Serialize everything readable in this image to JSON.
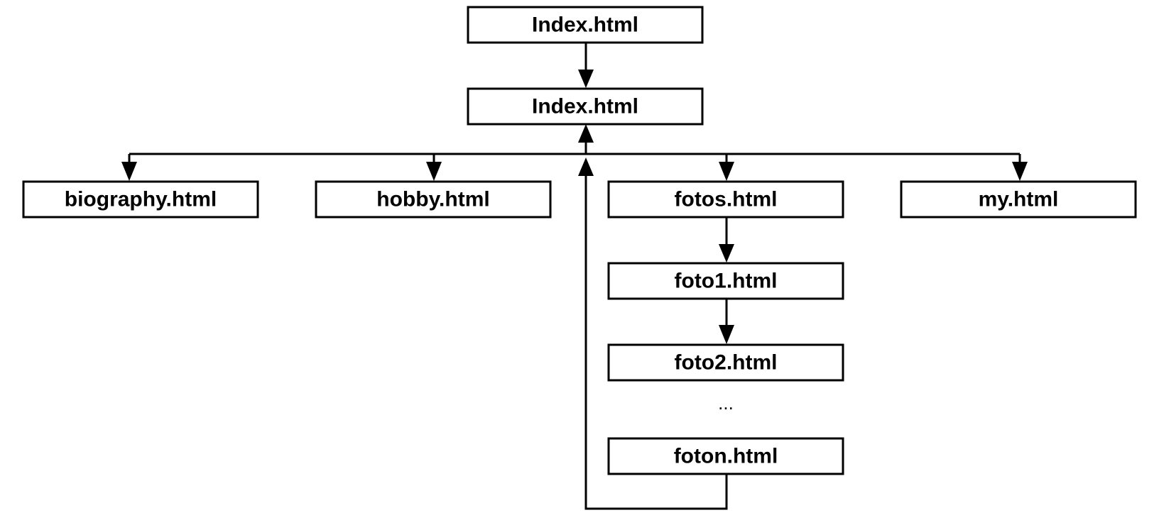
{
  "diagram": {
    "nodes": {
      "index_top": "Index.html",
      "index_main": "Index.html",
      "biography": "biography.html",
      "hobby": "hobby.html",
      "fotos": "fotos.html",
      "my": "my.html",
      "foto1": "foto1.html",
      "foto2": "foto2.html",
      "foton": "foton.html"
    },
    "ellipsis": "...",
    "edges": [
      {
        "from": "index_top",
        "to": "index_main"
      },
      {
        "from": "index_main",
        "to": "biography"
      },
      {
        "from": "index_main",
        "to": "hobby"
      },
      {
        "from": "index_main",
        "to": "fotos"
      },
      {
        "from": "index_main",
        "to": "my"
      },
      {
        "from": "fotos",
        "to": "foto1"
      },
      {
        "from": "foto1",
        "to": "foto2"
      },
      {
        "from": "foton",
        "to": "index_main"
      }
    ]
  }
}
